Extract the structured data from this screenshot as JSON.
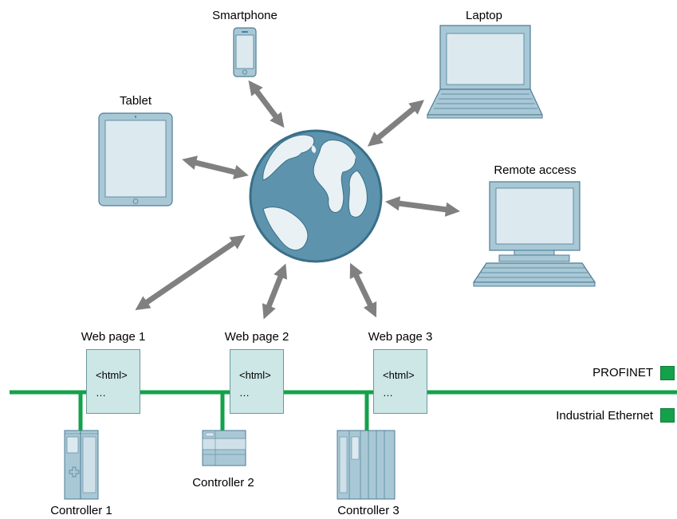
{
  "devices": {
    "smartphone": "Smartphone",
    "laptop": "Laptop",
    "tablet": "Tablet",
    "remote_access": "Remote access"
  },
  "web_pages": [
    {
      "title": "Web page 1",
      "line1": "<html>",
      "line2": "…"
    },
    {
      "title": "Web page 2",
      "line1": "<html>",
      "line2": "…"
    },
    {
      "title": "Web page 3",
      "line1": "<html>",
      "line2": "…"
    }
  ],
  "controllers": [
    "Controller 1",
    "Controller 2",
    "Controller 3"
  ],
  "legend": {
    "profinet": "PROFINET",
    "industrial_ethernet": "Industrial Ethernet"
  },
  "colors": {
    "network_green": "#13a24a",
    "arrow_gray": "#808080",
    "device_fill": "#a9c8d6",
    "screen_fill": "#dce9ef",
    "outline": "#4d7d94",
    "page_fill": "#cde6e6"
  }
}
